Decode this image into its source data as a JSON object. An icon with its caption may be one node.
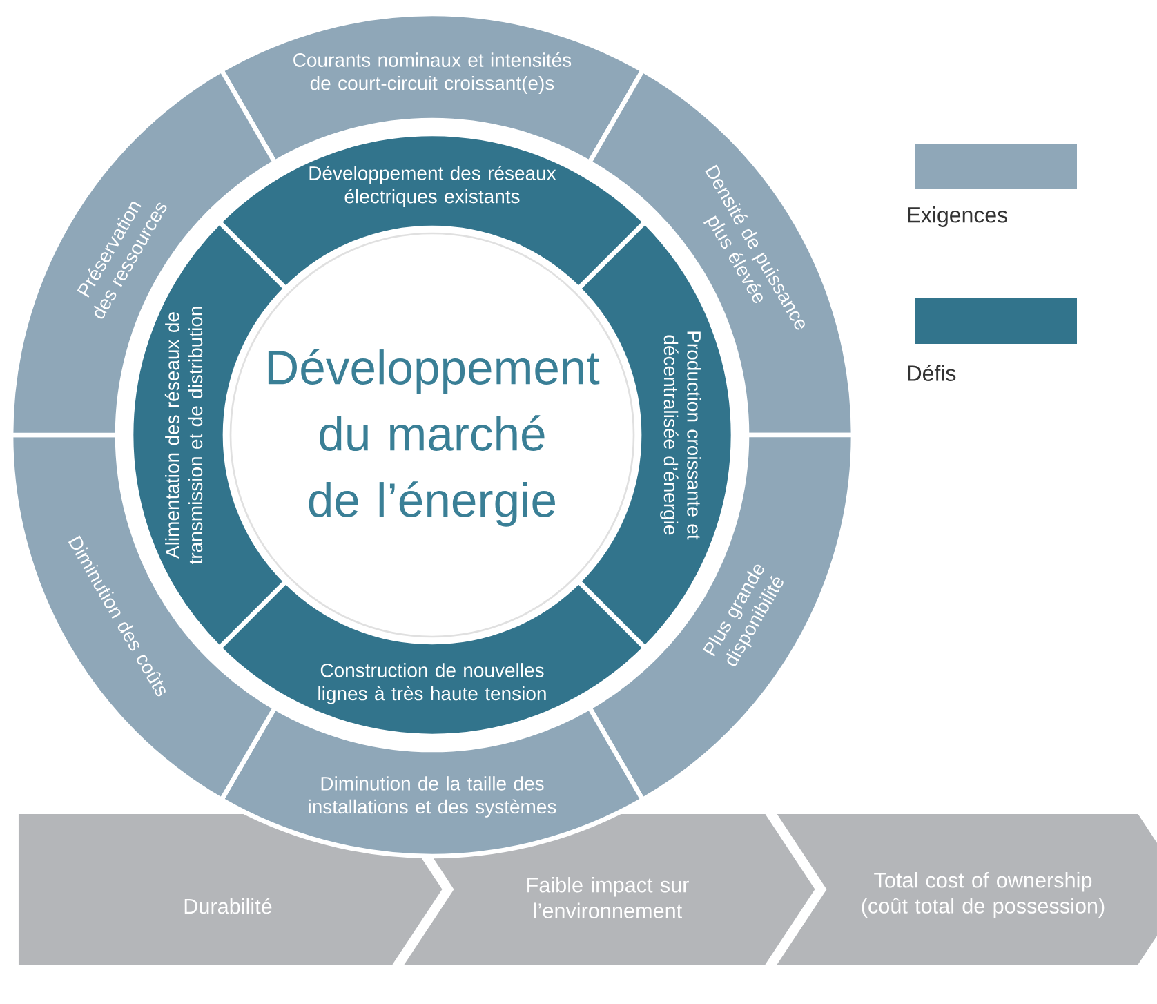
{
  "diagram": {
    "nodes": [
      {
        "text": [
          "Développement du marché de l’énergie"
        ]
      },
      {
        "text": [
          "Développement des réseaux électriques existants"
        ]
      },
      {
        "text": [
          "Production croissante et décentralisée d’énergie"
        ]
      },
      {
        "text": [
          "Construction de nouvelles lignes à très haute tension"
        ]
      },
      {
        "text": [
          "Alimentation des réseaux de transmission et de distribution"
        ]
      },
      {
        "text": [
          "Courants nominaux et intensités de court-circuit croissant(e)s"
        ]
      },
      {
        "text": [
          "Densité de puissance plus élevée"
        ]
      },
      {
        "text": [
          "Plus grande disponibilité"
        ]
      },
      {
        "text": [
          "Diminution de la taille des installations et des systèmes"
        ]
      },
      {
        "text": [
          "Diminution des coûts"
        ]
      },
      {
        "text": [
          "Préservation des ressources"
        ]
      },
      {
        "text": [
          "Durabilité"
        ]
      },
      {
        "text": [
          "Faible impact sur l’environnement"
        ]
      },
      {
        "text": [
          "Total cost of ownership (coût total de possession)"
        ]
      }
    ],
    "legend": [
      {
        "text": "Exigences",
        "color": "#8fa7b8"
      },
      {
        "text": "Défis",
        "color": "#32748c"
      }
    ]
  }
}
